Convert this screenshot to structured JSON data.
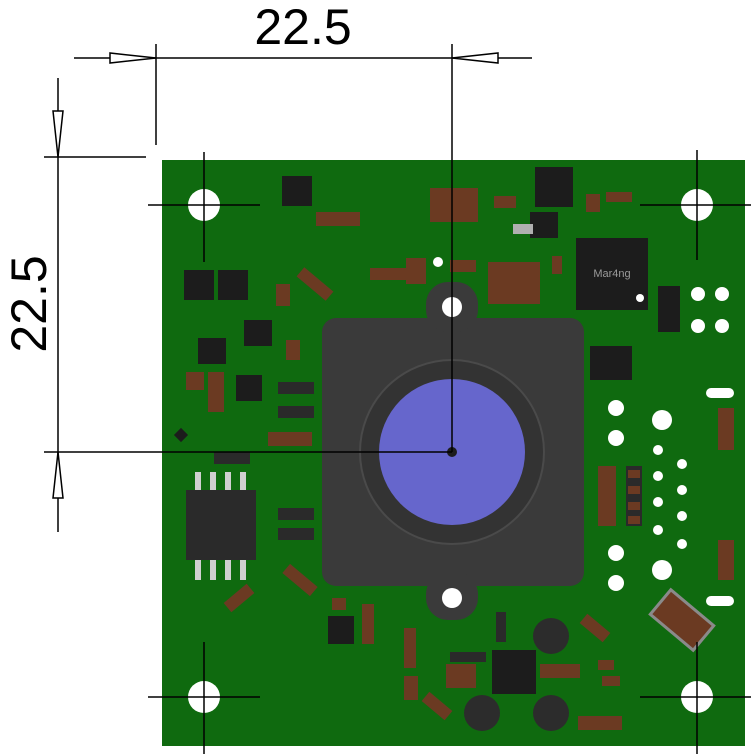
{
  "dimensions": {
    "horizontal_label": "22.5",
    "vertical_label": "22.5"
  },
  "chip_marking": "Mar4ng",
  "colors": {
    "pcb": "#0f6a0f",
    "lens_mount": "#3a3a3a",
    "lens": "#6666cc",
    "component_brown": "#6b3a22",
    "component_black": "#1c1c1c",
    "pad_white": "#ffffff"
  }
}
